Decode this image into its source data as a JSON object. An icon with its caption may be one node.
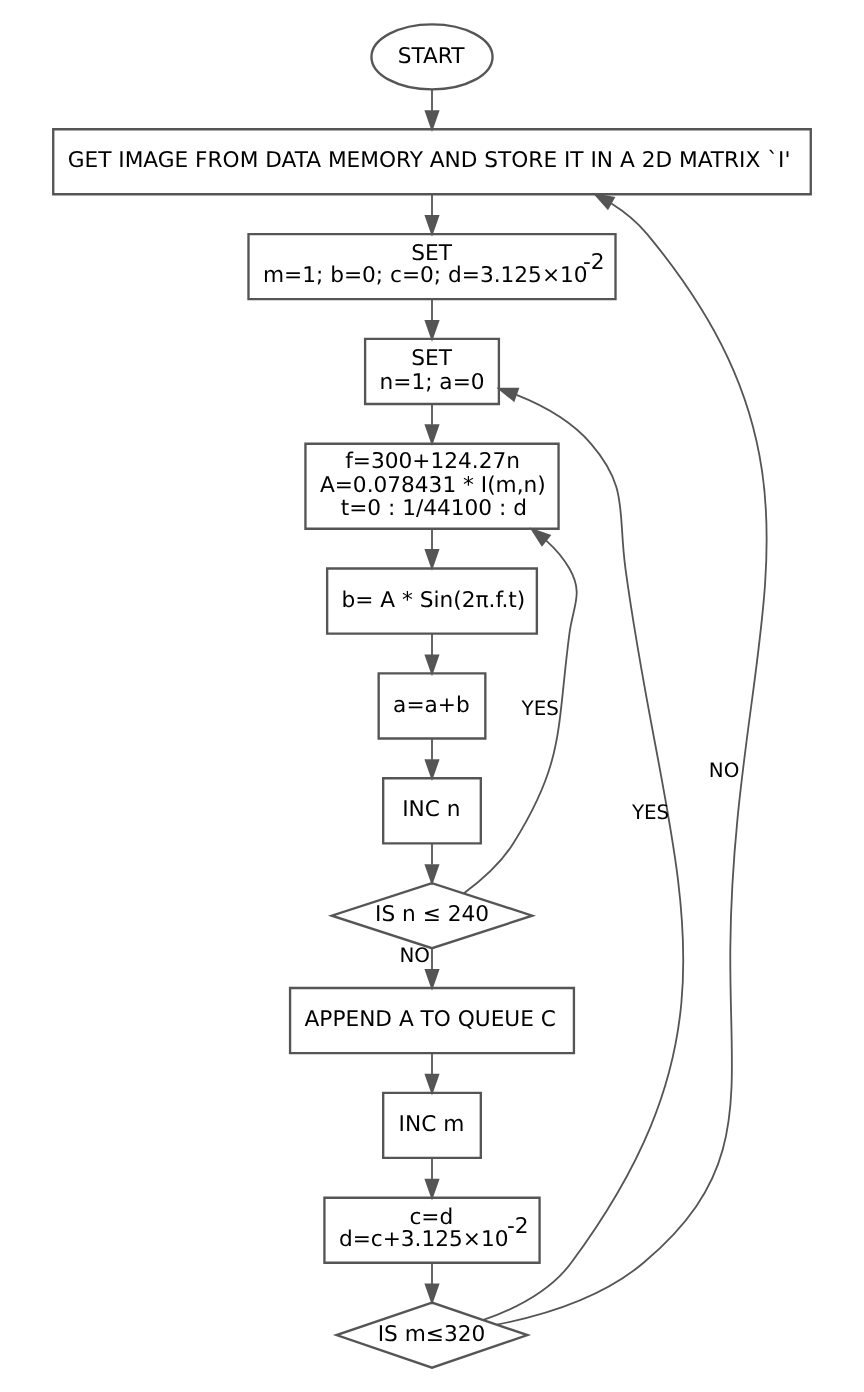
{
  "diagram": {
    "nodes": [
      {
        "text": [
          "START"
        ]
      },
      {
        "text": [
          "GET IMAGE FROM DATA MEMORY AND STORE IT IN A 2D MATRIX `I'"
        ]
      },
      {
        "text": [
          "SET",
          "m=1; b=0; c=0; d=3.125×10$^{-2}$"
        ]
      },
      {
        "text": [
          "SET",
          "n=1; a=0"
        ]
      },
      {
        "text": [
          "f=300+124.27n",
          "A=0.078431 * I(m,n)",
          "t=0 : 1/44100 : d"
        ]
      },
      {
        "text": [
          "b= A * Sin(2π.f.t)"
        ]
      },
      {
        "text": [
          "a=a+b"
        ]
      },
      {
        "text": [
          "INC n"
        ]
      },
      {
        "text": [
          "IS n ≤ 240"
        ]
      },
      {
        "text": [
          "APPEND A TO QUEUE C"
        ]
      },
      {
        "text": [
          "INC m"
        ]
      },
      {
        "text": [
          "c=d",
          "d=c+3.125×10$^{-2}$"
        ]
      },
      {
        "text": [
          "IS m≤320"
        ]
      }
    ],
    "edges": [
      {
        "from": 0,
        "to": 1,
        "arrow": "to"
      },
      {
        "from": 1,
        "to": 2,
        "arrow": "to"
      },
      {
        "from": 2,
        "to": 3,
        "arrow": "to"
      },
      {
        "from": 3,
        "to": 4,
        "arrow": "to"
      },
      {
        "from": 4,
        "to": 5,
        "arrow": "to"
      },
      {
        "from": 5,
        "to": 6,
        "arrow": "to"
      },
      {
        "from": 6,
        "to": 7,
        "arrow": "to"
      },
      {
        "from": 7,
        "to": 8,
        "arrow": "to"
      },
      {
        "from": 8,
        "to": 4,
        "arrow": "to",
        "label": "YES"
      },
      {
        "from": 8,
        "to": 9,
        "arrow": "to",
        "label": "NO"
      },
      {
        "from": 9,
        "to": 10,
        "arrow": "to"
      },
      {
        "from": 10,
        "to": 11,
        "arrow": "to"
      },
      {
        "from": 11,
        "to": 12,
        "arrow": "to"
      },
      {
        "from": 12,
        "to": 1,
        "arrow": "to",
        "label": "NO"
      },
      {
        "from": 12,
        "to": 3,
        "arrow": "to",
        "label": "YES"
      }
    ]
  }
}
